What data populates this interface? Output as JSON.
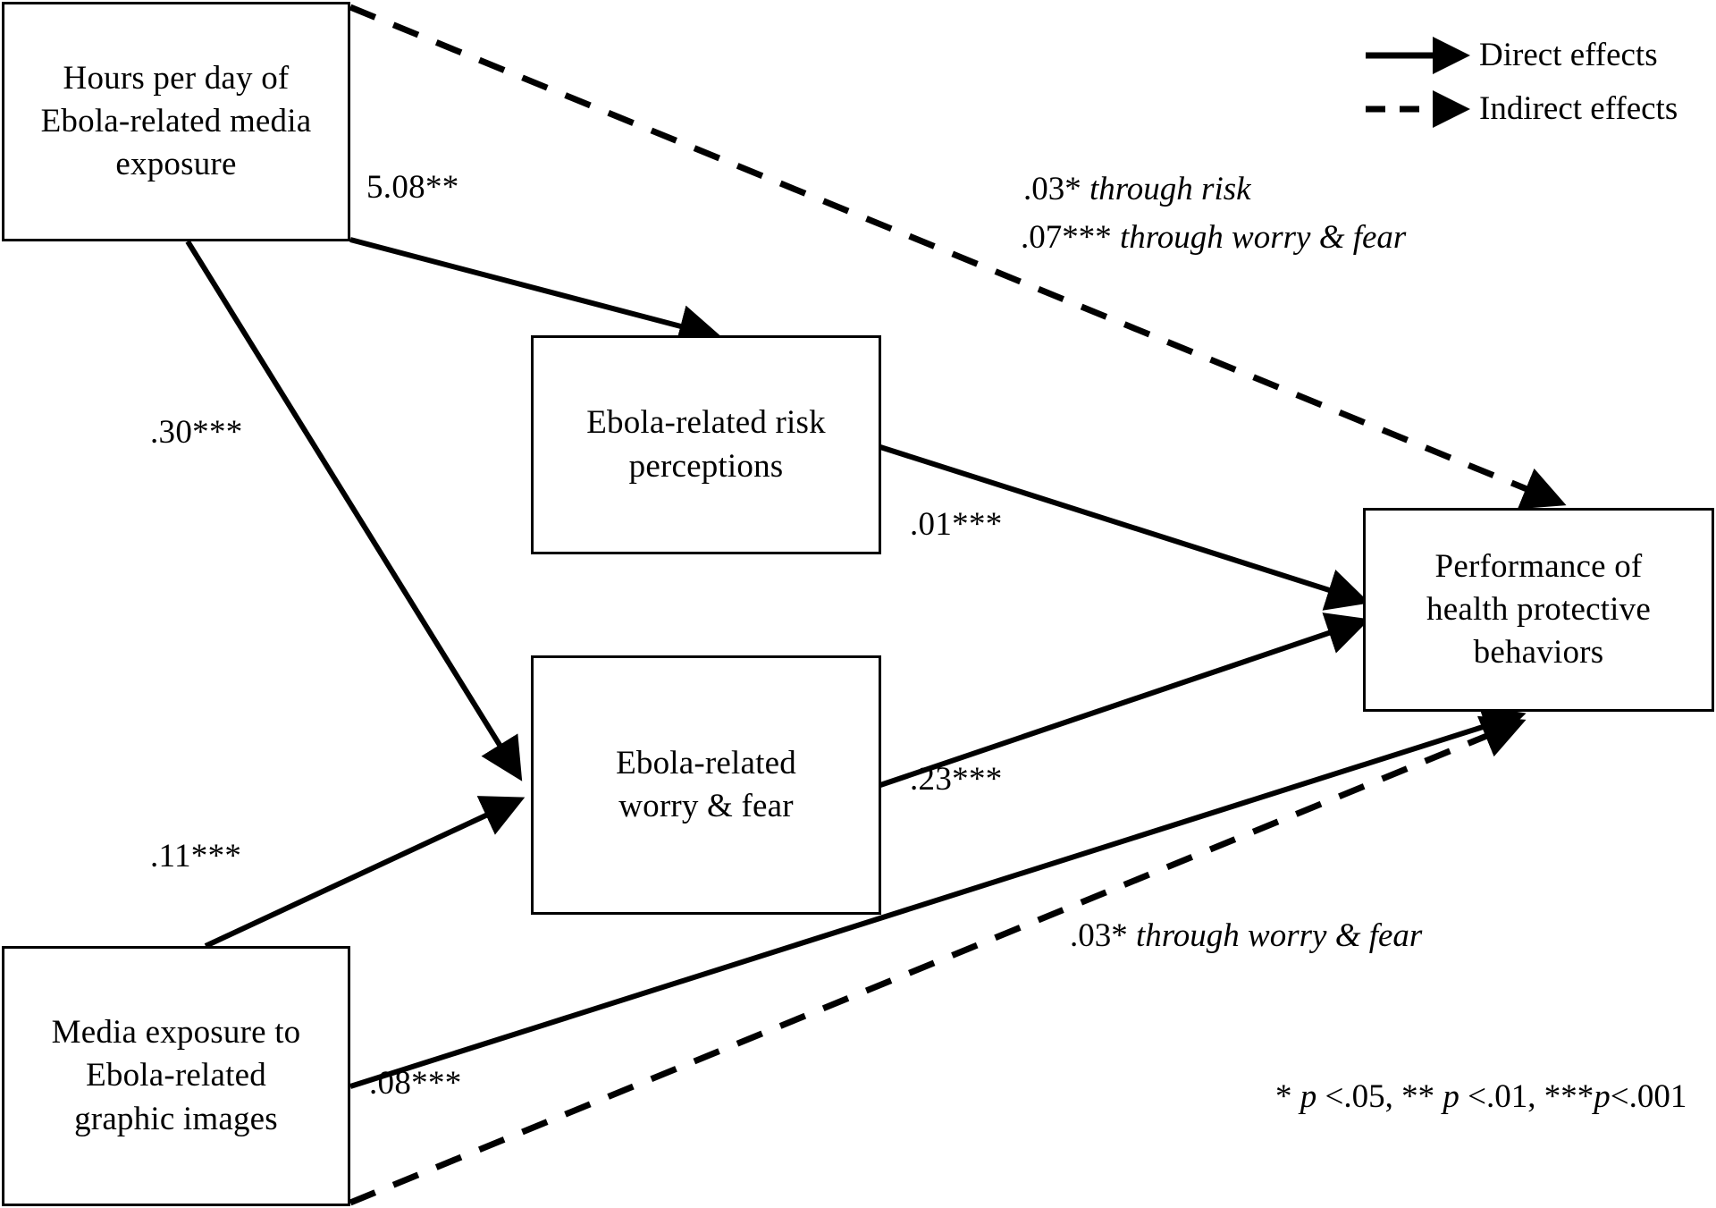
{
  "figure": {
    "type": "path-diagram",
    "title": "",
    "background_color": "#ffffff",
    "line_color": "#000000"
  },
  "nodes": [
    {
      "id": "media-hours",
      "label": "Hours per day of\nEbola-related media\nexposure"
    },
    {
      "id": "risk-perceptions",
      "label": "Ebola-related risk\nperceptions"
    },
    {
      "id": "worry-fear",
      "label": "Ebola-related\nworry  & fear"
    },
    {
      "id": "graphic-images",
      "label": "Media exposure to\nEbola-related\ngraphic  images"
    },
    {
      "id": "health-behaviors",
      "label": "Performance of\nhealth protective\nbehaviors"
    }
  ],
  "edge_labels": {
    "hours_to_risk": "5.08**",
    "hours_to_worry": ".30***",
    "images_to_worry": ".11***",
    "risk_to_behavior": ".01***",
    "worry_to_behavior": ".23***",
    "images_to_behavior": ".08***"
  },
  "indirect_labels": {
    "top_line1_value": ".03*",
    "top_line1_path": "through risk",
    "top_line2_value": ".07***",
    "top_line2_path": "through worry & fear",
    "bottom_value": ".03*",
    "bottom_path": "through worry & fear"
  },
  "legend": {
    "direct": "Direct effects",
    "indirect": "Indirect effects"
  },
  "footnote": {
    "stars1": "* ",
    "p1": "p",
    "rest1": " <.05, ** ",
    "p2": "p",
    "rest2": " <.01, ***",
    "p3": "p",
    "rest3": "<.001"
  },
  "chart_data": {
    "type": "diagram",
    "title": "Ebola media exposure path model",
    "nodes": [
      "Hours per day of Ebola-related media exposure",
      "Ebola-related risk perceptions",
      "Ebola-related worry & fear",
      "Media exposure to Ebola-related graphic images",
      "Performance of health protective behaviors"
    ],
    "edges": [
      {
        "from": "Hours per day of Ebola-related media exposure",
        "to": "Ebola-related risk perceptions",
        "coefficient": 5.08,
        "label": "5.08**",
        "significance": "p<.01",
        "style": "direct"
      },
      {
        "from": "Hours per day of Ebola-related media exposure",
        "to": "Ebola-related worry & fear",
        "coefficient": 0.3,
        "label": ".30***",
        "significance": "p<.001",
        "style": "direct"
      },
      {
        "from": "Media exposure to Ebola-related graphic images",
        "to": "Ebola-related worry & fear",
        "coefficient": 0.11,
        "label": ".11***",
        "significance": "p<.001",
        "style": "direct"
      },
      {
        "from": "Ebola-related risk perceptions",
        "to": "Performance of health protective behaviors",
        "coefficient": 0.01,
        "label": ".01***",
        "significance": "p<.001",
        "style": "direct"
      },
      {
        "from": "Ebola-related worry & fear",
        "to": "Performance of health protective behaviors",
        "coefficient": 0.23,
        "label": ".23***",
        "significance": "p<.001",
        "style": "direct"
      },
      {
        "from": "Media exposure to Ebola-related graphic images",
        "to": "Performance of health protective behaviors",
        "coefficient": 0.08,
        "label": ".08***",
        "significance": "p<.001",
        "style": "direct"
      },
      {
        "from": "Hours per day of Ebola-related media exposure",
        "to": "Performance of health protective behaviors",
        "coefficient": 0.03,
        "label": ".03* through risk",
        "significance": "p<.05",
        "style": "indirect",
        "mediator": "Ebola-related risk perceptions"
      },
      {
        "from": "Hours per day of Ebola-related media exposure",
        "to": "Performance of health protective behaviors",
        "coefficient": 0.07,
        "label": ".07*** through worry & fear",
        "significance": "p<.001",
        "style": "indirect",
        "mediator": "Ebola-related worry & fear"
      },
      {
        "from": "Media exposure to Ebola-related graphic images",
        "to": "Performance of health protective behaviors",
        "coefficient": 0.03,
        "label": ".03* through worry & fear",
        "significance": "p<.05",
        "style": "indirect",
        "mediator": "Ebola-related worry & fear"
      }
    ],
    "legend": [
      "Direct effects",
      "Indirect effects"
    ],
    "notes": "* p <.05, ** p <.01, ***p<.001"
  }
}
